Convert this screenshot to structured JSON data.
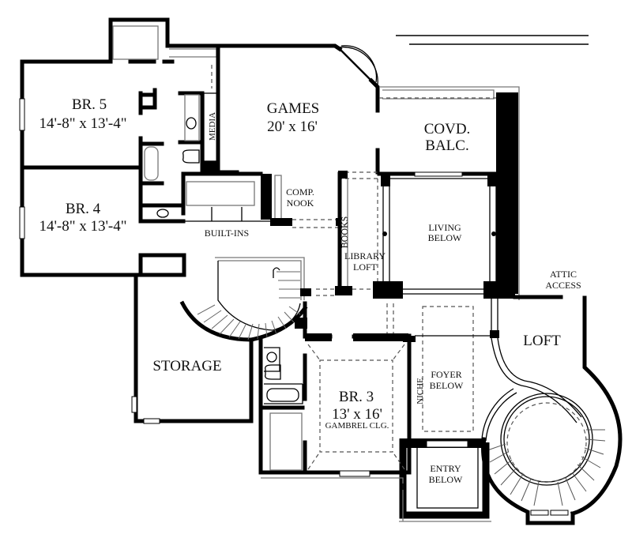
{
  "diagram": {
    "type": "architectural floor plan",
    "level": "upper floor",
    "rooms": [
      {
        "id": "br5",
        "name": "BR. 5",
        "size": "14'-8\" x 13'-4\""
      },
      {
        "id": "br4",
        "name": "BR. 4",
        "size": "14'-8\" x 13'-4\""
      },
      {
        "id": "games",
        "name": "GAMES",
        "size": "20' x 16'"
      },
      {
        "id": "covd_balc",
        "line1": "COVD.",
        "line2": "BALC."
      },
      {
        "id": "media",
        "name": "MEDIA"
      },
      {
        "id": "comp_nook",
        "line1": "COMP.",
        "line2": "NOOK"
      },
      {
        "id": "built_ins",
        "name": "BUILT-INS"
      },
      {
        "id": "books",
        "name": "BOOKS"
      },
      {
        "id": "library_loft",
        "line1": "LIBRARY",
        "line2": "LOFT"
      },
      {
        "id": "living_below",
        "line1": "LIVING",
        "line2": "BELOW"
      },
      {
        "id": "attic_access",
        "line1": "ATTIC",
        "line2": "ACCESS"
      },
      {
        "id": "loft",
        "name": "LOFT"
      },
      {
        "id": "storage",
        "name": "STORAGE"
      },
      {
        "id": "br3",
        "name": "BR. 3",
        "size": "13' x 16'",
        "note": "GAMBREL CLG."
      },
      {
        "id": "niche",
        "name": "NICHE"
      },
      {
        "id": "foyer_below",
        "line1": "FOYER",
        "line2": "BELOW"
      },
      {
        "id": "entry_below",
        "line1": "ENTRY",
        "line2": "BELOW"
      }
    ]
  }
}
